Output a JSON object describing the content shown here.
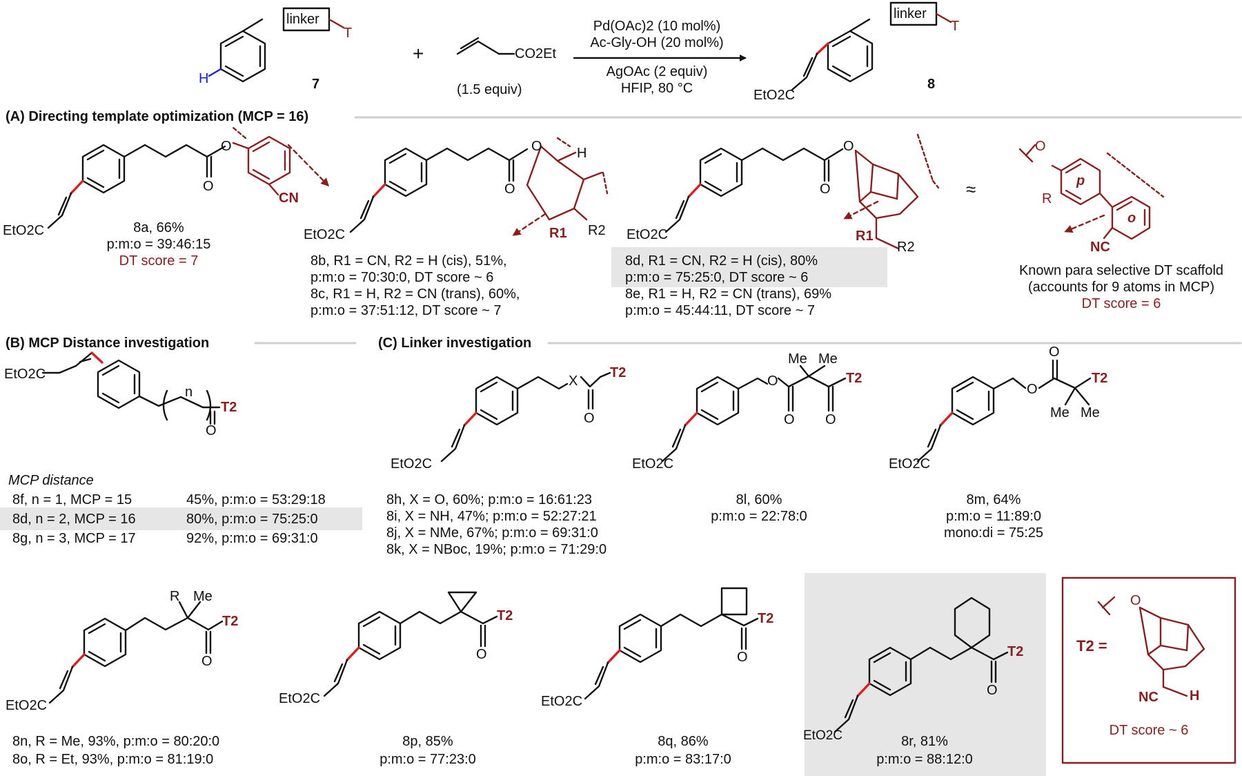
{
  "scheme": {
    "linker_box": "linker",
    "T": "T",
    "H": "H",
    "plus": "+",
    "sm_label": "7",
    "acrylate": "CO2Et",
    "acrylate_equiv": "(1.5 equiv)",
    "conditions": [
      "Pd(OAc)2 (10 mol%)",
      "Ac-Gly-OH (20 mol%)",
      "AgOAc (2 equiv)",
      "HFIP, 80 °C"
    ],
    "product_label": "8",
    "ester": "EtO2C"
  },
  "sectionA": {
    "title": "(A) Directing template optimization (MCP = 16)",
    "c8a": [
      "8a, 66%",
      "p:m:o = 39:46:15",
      "DT score = 7"
    ],
    "c8bc": [
      "8b, R1 = CN, R2 = H (cis), 51%,",
      "p:m:o = 70:30:0, DT score ~ 6",
      "8c, R1 = H, R2 = CN (trans), 60%,",
      "p:m:o = 37:51:12, DT score ~ 7"
    ],
    "c8de": [
      "8d, R1 = CN, R2 = H (cis), 80%",
      "p:m:o = 75:25:0, DT score ~ 6",
      "8e, R1 = H, R2 = CN (trans), 69%",
      "p:m:o = 45:44:11, DT score ~ 7"
    ],
    "approx": "≈",
    "known": [
      "Known para selective DT scaffold",
      "(accounts for 9 atoms in MCP)",
      "DT score = 6"
    ],
    "atoms": {
      "O": "O",
      "CN": "CN",
      "H": "H",
      "R1": "R1",
      "R2": "R2",
      "R": "R",
      "NC": "NC",
      "p": "p",
      "o": "o"
    }
  },
  "sectionB": {
    "title": "(B) MCP Distance investigation",
    "subtitle": "MCP distance",
    "n": "n",
    "T2": "T2",
    "rows": [
      {
        "left": "8f, n = 1, MCP = 15",
        "right": "45%, p:m:o = 53:29:18"
      },
      {
        "left": "8d, n = 2, MCP = 16",
        "right": "80%, p:m:o = 75:25:0"
      },
      {
        "left": "8g,  n = 3, MCP = 17",
        "right": "92%, p:m:o = 69:31:0"
      }
    ]
  },
  "sectionC": {
    "title": "(C) Linker investigation",
    "c8hk": [
      "8h, X = O, 60%; p:m:o = 16:61:23",
      "8i, X = NH, 47%; p:m:o = 52:27:21",
      "8j, X = NMe, 67%; p:m:o = 69:31:0",
      "8k, X = NBoc, 19%; p:m:o = 71:29:0"
    ],
    "c8l": [
      "8l, 60%",
      "p:m:o = 22:78:0"
    ],
    "c8m": [
      "8m, 64%",
      "p:m:o = 11:89:0",
      "mono:di = 75:25"
    ],
    "c8no": [
      "8n, R = Me, 93%, p:m:o = 80:20:0",
      "8o, R = Et, 93%, p:m:o = 81:19:0"
    ],
    "c8p": [
      "8p, 85%",
      "p:m:o = 77:23:0"
    ],
    "c8q": [
      "8q, 86%",
      "p:m:o = 83:17:0"
    ],
    "c8r": [
      "8r, 81%",
      "p:m:o = 88:12:0"
    ],
    "atoms": {
      "X": "X",
      "O": "O",
      "Me": "Me",
      "R": "R",
      "T2": "T2"
    }
  },
  "t2box": {
    "label": "T2 =",
    "O": "O",
    "NC": "NC",
    "H": "H",
    "score": "DT score ~ 6"
  },
  "colors": {
    "accent": "#8c1d1d",
    "bond_highlight": "#e01b1b",
    "blue_H": "#1a1aff",
    "highlight_bg": "#e6e6e6"
  }
}
